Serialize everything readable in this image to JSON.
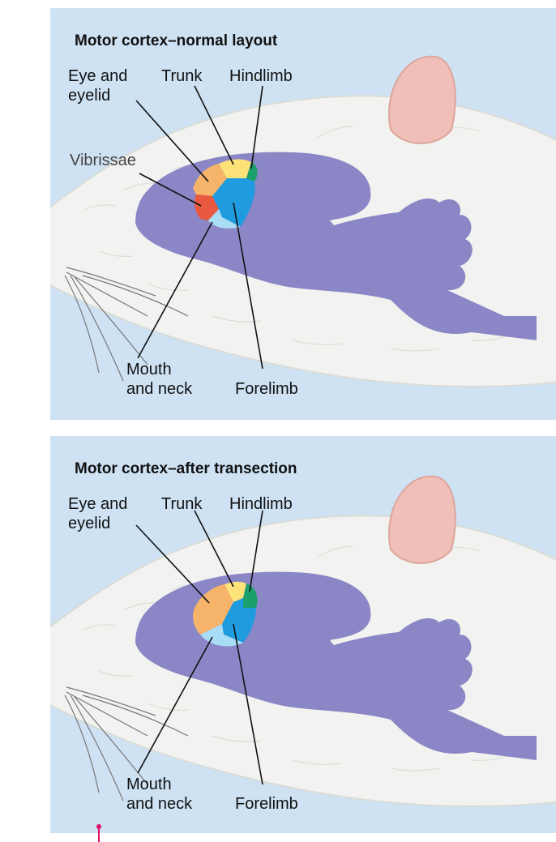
{
  "panels": [
    {
      "title": "Motor cortex–normal layout",
      "labels": {
        "eye": [
          "Eye and",
          "eyelid"
        ],
        "trunk": "Trunk",
        "hindlimb": "Hindlimb",
        "vibrissae": "Vibrissae",
        "mouth": [
          "Mouth",
          "and neck"
        ],
        "forelimb": "Forelimb"
      }
    },
    {
      "title": "Motor cortex–after transection",
      "labels": {
        "eye": [
          "Eye and",
          "eyelid"
        ],
        "trunk": "Trunk",
        "hindlimb": "Hindlimb",
        "mouth": [
          "Mouth",
          "and neck"
        ],
        "forelimb": "Forelimb"
      }
    }
  ],
  "colors": {
    "background": "#cfe2f4",
    "fur": "#f2f3f0",
    "brain": "#8b86c6",
    "ear": "#f0c0b8",
    "nose": "#e8a8ac",
    "eye_region": "#f6b46a",
    "vibrissae_region": "#e8593f",
    "trunk_region": "#fde27a",
    "hindlimb_region": "#1aa06a",
    "forelimb_region": "#1f9be0",
    "mouth_region": "#a9dcf5"
  }
}
